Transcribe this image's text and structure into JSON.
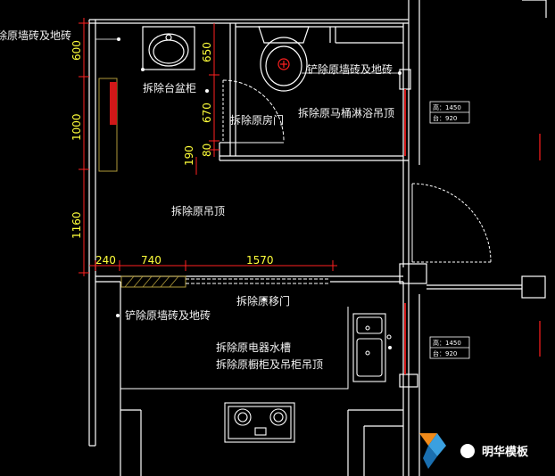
{
  "labels": {
    "remove_tile_topleft": "除原墙砖及地砖",
    "remove_basin": "拆除台盆柜",
    "remove_door": "拆除原房门",
    "remove_toilet": "拆除原马桶淋浴吊顶",
    "shovel_tile_bath": "铲除原墙砖及地砖",
    "remove_ceiling": "拆除原吊顶",
    "remove_sliding": "拆除原移门",
    "shovel_tile_kitchen": "铲除原墙砖及地砖",
    "remove_sink": "拆除原电器水槽",
    "remove_cabinet": "拆除原橱柜及吊柜吊顶"
  },
  "dimensions": {
    "v600": "600",
    "v1000": "1000",
    "v1160": "1160",
    "v650": "650",
    "v670": "670",
    "v80": "80",
    "v190": "190",
    "h240": "240",
    "h740": "740",
    "h1570": "1570"
  },
  "window_tags": [
    {
      "height": "高：1450",
      "sill": "台：920"
    },
    {
      "height": "高：1450",
      "sill": "台：920"
    }
  ],
  "watermark": {
    "text": "明华模板"
  },
  "colors": {
    "wall": "#ffffff",
    "dimension": "#ffff3a",
    "dim_line": "#ff2020",
    "door": "#ffffff",
    "hatch": "#ff3030",
    "background": "#000000"
  }
}
